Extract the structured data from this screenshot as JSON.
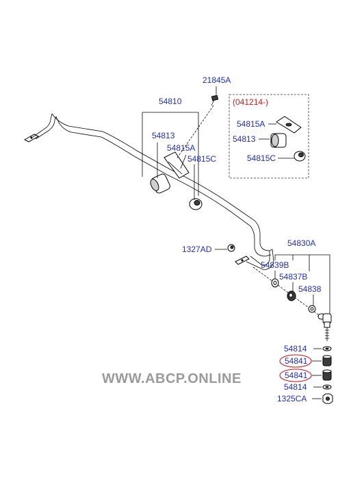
{
  "labels": {
    "p21845A": "21845A",
    "p54810": "54810",
    "p54813": "54813",
    "p54815A": "54815A",
    "p54815C": "54815C",
    "inset_date": "(041214-)",
    "inset_54815A": "54815A",
    "inset_54813": "54813",
    "inset_54815C": "54815C",
    "p1327AD": "1327AD",
    "p54830A": "54830A",
    "p54839B": "54839B",
    "p54837B": "54837B",
    "p54838": "54838",
    "p54814_a": "54814",
    "p54841_a": "54841",
    "p54841_b": "54841",
    "p54814_b": "54814",
    "p1325CA": "1325CA"
  },
  "watermark": "WWW.ABCP.ONLINE",
  "colors": {
    "label": "#1f2fbf",
    "highlight": "#d01616",
    "watermark": "#9a9a9a"
  }
}
